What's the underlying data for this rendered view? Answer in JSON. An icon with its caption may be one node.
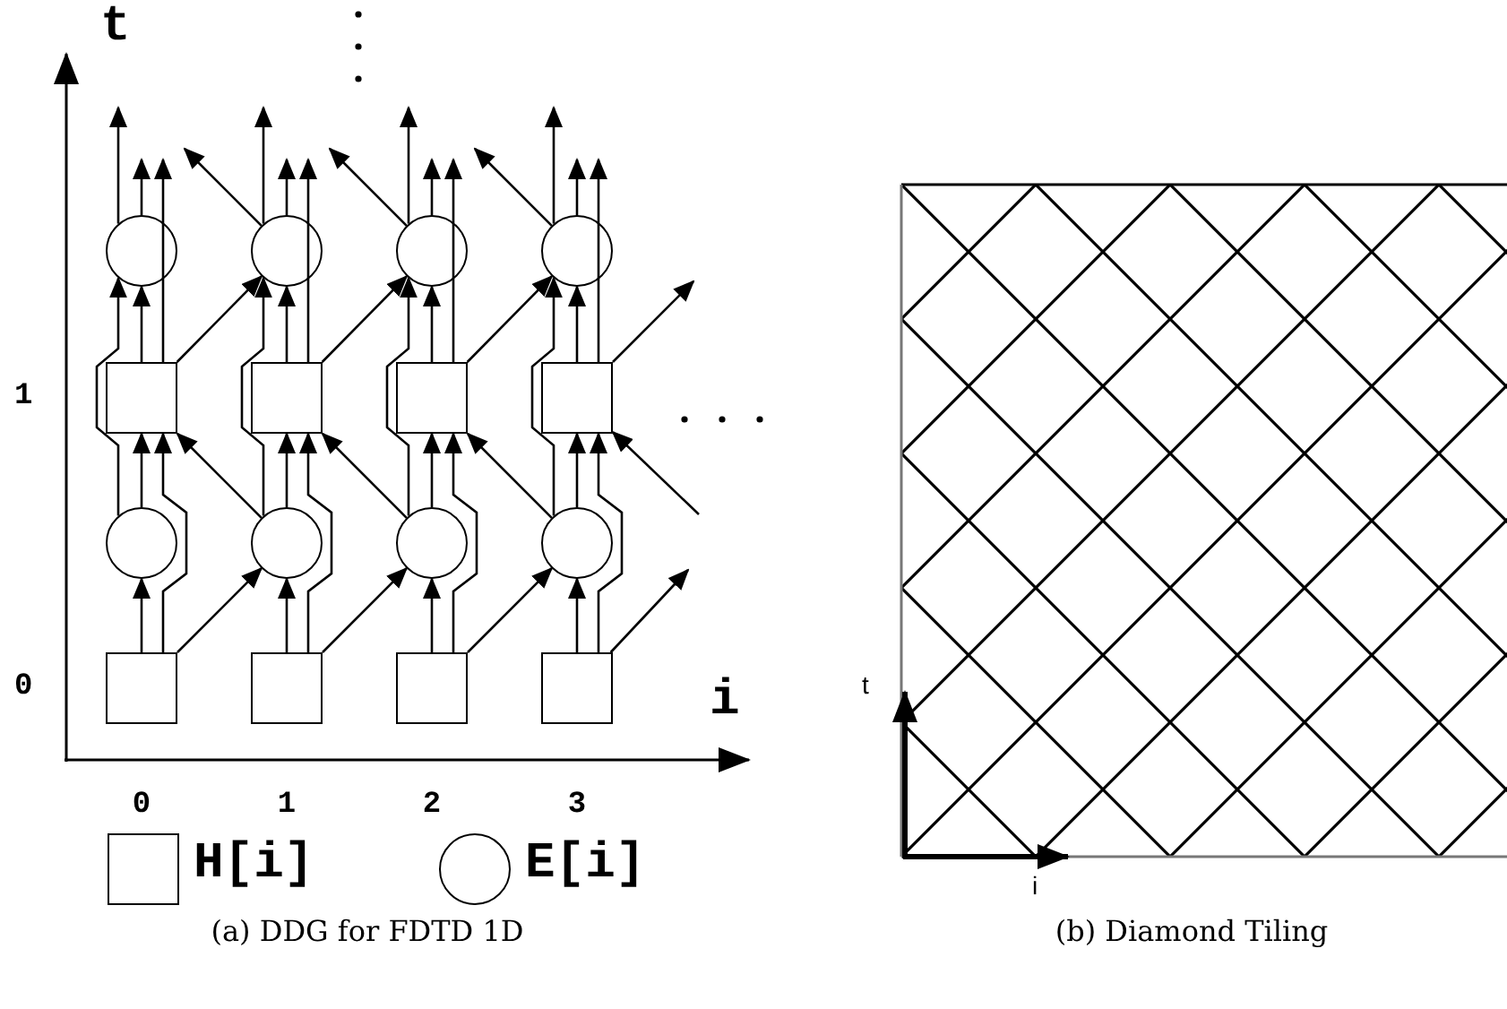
{
  "diagram": {
    "nodes": [
      {
        "text": [],
        "shape": "circle"
      },
      {
        "text": [],
        "shape": "circle"
      },
      {
        "text": [],
        "shape": "circle"
      },
      {
        "text": [],
        "shape": "circle"
      },
      {
        "text": [],
        "shape": "box"
      },
      {
        "text": [],
        "shape": "box"
      },
      {
        "text": [],
        "shape": "box"
      },
      {
        "text": [],
        "shape": "box"
      },
      {
        "text": [],
        "shape": "circle"
      },
      {
        "text": [],
        "shape": "circle"
      },
      {
        "text": [],
        "shape": "circle"
      },
      {
        "text": [],
        "shape": "circle"
      },
      {
        "text": [],
        "shape": "box"
      },
      {
        "text": [],
        "shape": "box"
      },
      {
        "text": [],
        "shape": "box"
      },
      {
        "text": [],
        "shape": "box"
      }
    ],
    "edges": [
      {
        "from": 12,
        "to": 8,
        "arrow": "to"
      },
      {
        "from": 13,
        "to": 9,
        "arrow": "to"
      },
      {
        "from": 14,
        "to": 10,
        "arrow": "to"
      },
      {
        "from": 15,
        "to": 11,
        "arrow": "to"
      },
      {
        "from": 12,
        "to": 4,
        "arrow": "to"
      },
      {
        "from": 13,
        "to": 5,
        "arrow": "to"
      },
      {
        "from": 14,
        "to": 6,
        "arrow": "to"
      },
      {
        "from": 15,
        "to": 7,
        "arrow": "to"
      },
      {
        "from": 12,
        "to": 9,
        "arrow": "to"
      },
      {
        "from": 13,
        "to": 10,
        "arrow": "to"
      },
      {
        "from": 14,
        "to": 11,
        "arrow": "to"
      },
      {
        "from": 15,
        "to": null,
        "arrow": "to"
      },
      {
        "from": 8,
        "to": 4,
        "arrow": "to"
      },
      {
        "from": 9,
        "to": 5,
        "arrow": "to"
      },
      {
        "from": 10,
        "to": 6,
        "arrow": "to"
      },
      {
        "from": 11,
        "to": 7,
        "arrow": "to"
      },
      {
        "from": 8,
        "to": 0,
        "arrow": "to"
      },
      {
        "from": 9,
        "to": 1,
        "arrow": "to"
      },
      {
        "from": 10,
        "to": 2,
        "arrow": "to"
      },
      {
        "from": 11,
        "to": 3,
        "arrow": "to"
      },
      {
        "from": 9,
        "to": 4,
        "arrow": "to"
      },
      {
        "from": 10,
        "to": 5,
        "arrow": "to"
      },
      {
        "from": 11,
        "to": 6,
        "arrow": "to"
      },
      {
        "from": null,
        "to": 7,
        "arrow": "to"
      },
      {
        "from": 4,
        "to": 0,
        "arrow": "to"
      },
      {
        "from": 5,
        "to": 1,
        "arrow": "to"
      },
      {
        "from": 6,
        "to": 2,
        "arrow": "to"
      },
      {
        "from": 7,
        "to": 3,
        "arrow": "to"
      },
      {
        "from": 4,
        "to": null,
        "arrow": "to"
      },
      {
        "from": 5,
        "to": null,
        "arrow": "to"
      },
      {
        "from": 6,
        "to": null,
        "arrow": "to"
      },
      {
        "from": 7,
        "to": null,
        "arrow": "to"
      },
      {
        "from": 4,
        "to": 1,
        "arrow": "to"
      },
      {
        "from": 5,
        "to": 2,
        "arrow": "to"
      },
      {
        "from": 6,
        "to": 3,
        "arrow": "to"
      },
      {
        "from": 7,
        "to": null,
        "arrow": "to"
      },
      {
        "from": 0,
        "to": null,
        "arrow": "to"
      },
      {
        "from": 1,
        "to": null,
        "arrow": "to"
      },
      {
        "from": 2,
        "to": null,
        "arrow": "to"
      },
      {
        "from": 3,
        "to": null,
        "arrow": "to"
      },
      {
        "from": 0,
        "to": null,
        "arrow": "to"
      },
      {
        "from": 1,
        "to": null,
        "arrow": "to"
      },
      {
        "from": 2,
        "to": null,
        "arrow": "to"
      },
      {
        "from": 3,
        "to": null,
        "arrow": "to"
      },
      {
        "from": 1,
        "to": null,
        "arrow": "to"
      },
      {
        "from": 2,
        "to": null,
        "arrow": "to"
      },
      {
        "from": 3,
        "to": null,
        "arrow": "to"
      }
    ],
    "labels": [
      "t",
      "1",
      "0",
      "i",
      "0",
      "1",
      "2",
      "3",
      "(a) DDG for FDTD 1D",
      "t",
      "i",
      "(b) Diamond Tiling"
    ],
    "legend": [
      {
        "text": "H[i]"
      },
      {
        "text": "E[i]"
      }
    ]
  }
}
